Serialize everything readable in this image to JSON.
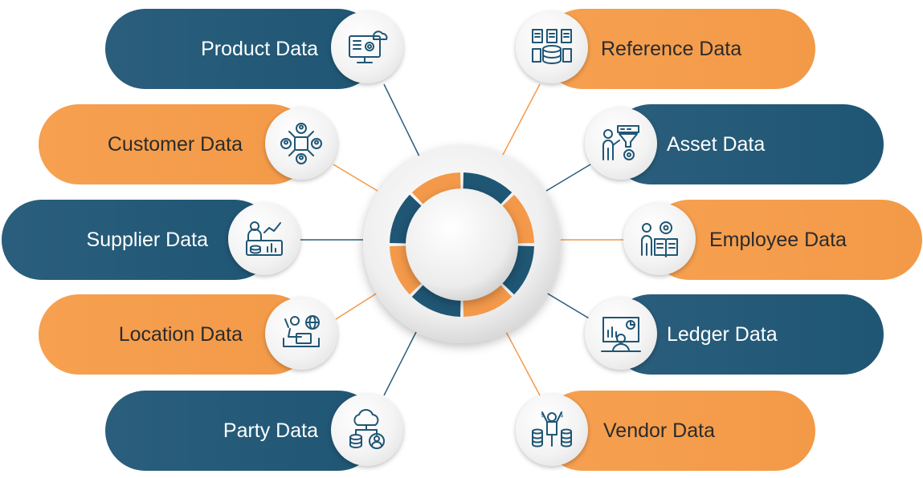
{
  "diagram": {
    "left_items": [
      {
        "label": "Product Data",
        "color": "blue",
        "icon": "monitor-cloud-gear-icon"
      },
      {
        "label": "Customer Data",
        "color": "orange",
        "icon": "network-users-icon"
      },
      {
        "label": "Supplier Data",
        "color": "blue",
        "icon": "person-analytics-icon"
      },
      {
        "label": "Location Data",
        "color": "orange",
        "icon": "person-laptop-globe-icon"
      },
      {
        "label": "Party Data",
        "color": "blue",
        "icon": "cloud-database-user-icon"
      }
    ],
    "right_items": [
      {
        "label": "Reference Data",
        "color": "orange",
        "icon": "documents-database-icon"
      },
      {
        "label": "Asset Data",
        "color": "blue",
        "icon": "person-funnel-gear-icon"
      },
      {
        "label": "Employee Data",
        "color": "orange",
        "icon": "person-gear-book-icon"
      },
      {
        "label": "Ledger Data",
        "color": "blue",
        "icon": "person-board-chart-icon"
      },
      {
        "label": "Vendor Data",
        "color": "orange",
        "icon": "person-coins-icon"
      }
    ],
    "colors": {
      "blue": "#1f5674",
      "orange": "#f4994a",
      "icon_stroke": "#1f5674",
      "connector_blue": "#2a5e7c",
      "connector_orange": "#f4994a"
    }
  }
}
